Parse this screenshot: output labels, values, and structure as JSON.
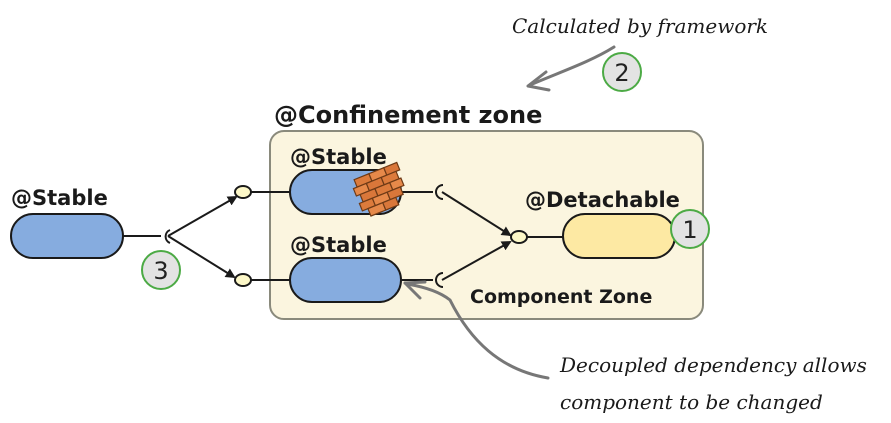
{
  "labels": {
    "confinement_zone": "@Confinement zone",
    "component_zone": "Component Zone",
    "outer_stable": "@Stable",
    "inner_stable_top": "@Stable",
    "inner_stable_bottom": "@Stable",
    "detachable": "@Detachable"
  },
  "annotations": {
    "calculated": "Calculated by framework",
    "decoupled_line1": "Decoupled dependency allows",
    "decoupled_line2": "component to be changed"
  },
  "badges": {
    "one": "1",
    "two": "2",
    "three": "3"
  },
  "colors": {
    "zone_fill": "#fbf5df",
    "zone_stroke": "#8a8a7c",
    "stable_fill": "#86acdf",
    "detachable_fill": "#fde9a3",
    "port_fill": "#fdf8c8",
    "badge_fill": "#e3e3e3",
    "badge_stroke": "#4caa45",
    "arrow": "#777777",
    "brick": "#d9773a"
  }
}
